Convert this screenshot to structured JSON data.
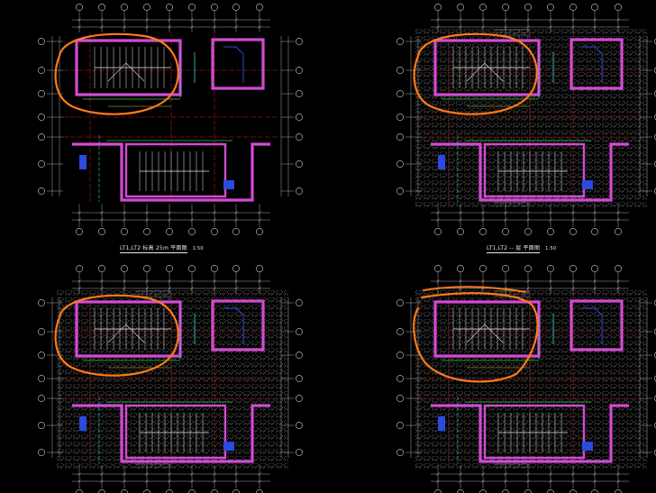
{
  "drawing": {
    "background": "#000000",
    "colors": {
      "axis": "#cfcfcf",
      "grid": "#c81e1e",
      "wall": "#d24bd2",
      "wall_fill": "#4a1f55",
      "stair": "#e6e6e6",
      "cyan": "#32d2d2",
      "green": "#2fc83a",
      "yellow": "#d2c83c",
      "blue": "#2a4ae0",
      "hatch": "#8a8a8a",
      "markup": "#ff7a1a"
    },
    "panels": [
      {
        "id": "panel-top-left",
        "caption": "LT1,LT2 标高 25m 平面图",
        "scale": "1:50",
        "hatch": "none",
        "markup": "circle"
      },
      {
        "id": "panel-top-right",
        "caption": "LT1,LT2 -- 层 平面图",
        "scale": "1:50",
        "hatch": "hex",
        "markup": "circle"
      },
      {
        "id": "panel-bottom-left",
        "caption": "",
        "scale": "",
        "hatch": "hex",
        "markup": "circle"
      },
      {
        "id": "panel-bottom-right",
        "caption": "",
        "scale": "",
        "hatch": "hex",
        "markup": "circle-open"
      }
    ]
  }
}
